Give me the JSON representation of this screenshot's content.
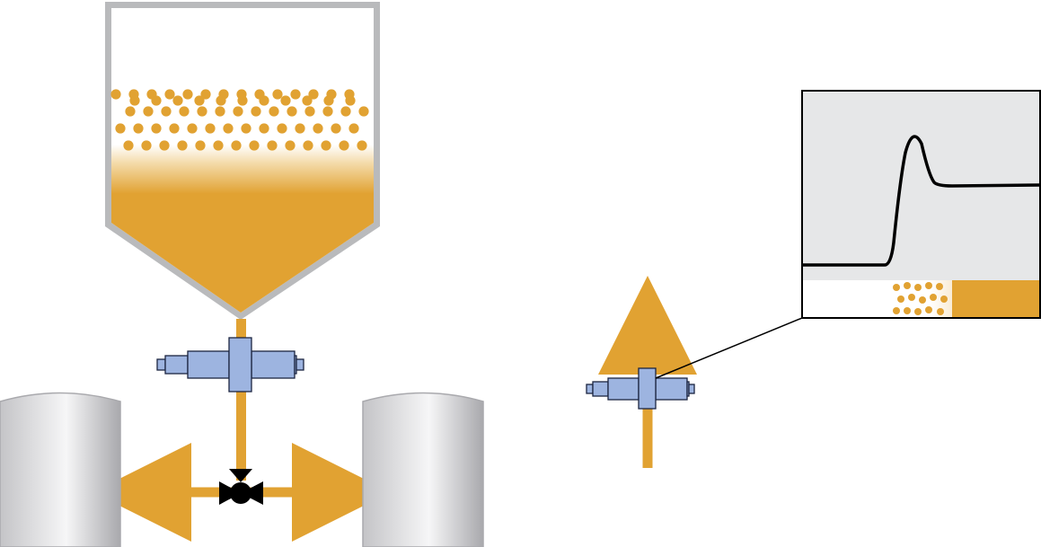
{
  "colors": {
    "product": "#E1A232",
    "product_light": "#F8E9CC",
    "hopper_border": "#B9BABC",
    "sensor_fill": "#9DB4E0",
    "sensor_stroke": "#1C2541",
    "valve": "#000000",
    "silo_light": "#F4F4F5",
    "silo_dark": "#B5B5B8",
    "chart_bg": "#E6E7E8",
    "line": "#000000"
  },
  "icons": {
    "hopper": "hopper-icon",
    "flow_sensor": "flow-sensor-icon",
    "diverter_valve": "diverter-valve-icon",
    "silo": "silo-icon",
    "signal_chart": "signal-chart-icon",
    "flow_arrow": "flow-arrow-icon"
  },
  "components": {
    "hopper_particle_rows": 4,
    "silo_count": 2,
    "sensor_count": 2
  }
}
